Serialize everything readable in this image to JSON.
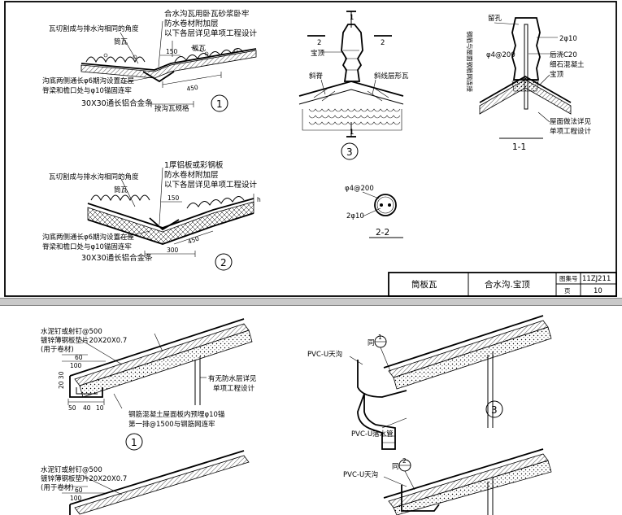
{
  "sheet_top": {
    "detail1": {
      "note_top_1": "合水沟瓦用卧瓦砂浆卧牢",
      "note_top_2": "防水卷材附加层",
      "note_top_3": "以下各层详见单项工程设计",
      "note_left": "瓦切割成与排水沟相同的角度",
      "label_tongwa": "筒瓦",
      "label_banwa": "板瓦",
      "dim_150": "150",
      "dim_450": "450",
      "note_bottom_1": "沟底两侧通长φ6期沟设置在屋",
      "note_bottom_2": "脊梁和檐口处与φ10锚固连牢",
      "note_bottom_3": "30X30通长铝合金条",
      "note_bottom_4": "按沟瓦规格",
      "number": "1"
    },
    "detail2": {
      "note_top_1": "1厚铝板或彩钢板",
      "note_top_2": "防水卷材附加层",
      "note_top_3": "以下各层详见单项工程设计",
      "note_left": "瓦切割成与排水沟相同的角度",
      "label_tongwa": "筒瓦",
      "dim_150": "150",
      "dim_450": "450",
      "dim_300": "300",
      "dim_h": "h",
      "note_bottom_1": "沟底两侧通长φ6期沟设置在屋",
      "note_bottom_2": "脊梁和檐口处与φ10锚固连牢",
      "note_bottom_3": "30X30通长铝合金条",
      "number": "2"
    },
    "detail3": {
      "mark_1_top": "1",
      "mark_1_bottom": "1",
      "mark_2_left": "2",
      "mark_2_right": "2",
      "label_baoding": "宝顶",
      "label_xieji": "斜脊",
      "label_xiexian": "斜线层形瓦",
      "number": "3"
    },
    "section11": {
      "label_liukong": "留孔",
      "label_vertical": "钢筋与屋面钢筋网连接",
      "label_2phi10": "2φ10",
      "label_phi4": "φ4@200",
      "label_houjiao": "后浇C20",
      "label_xishi": "细石混凝土",
      "label_baoding": "宝顶",
      "label_note1": "屋面做法详见",
      "label_note2": "单项工程设计",
      "title": "1-1"
    },
    "section22": {
      "label_phi4": "φ4@200",
      "label_2phi10": "2φ10",
      "title": "2-2"
    },
    "titleblock": {
      "name": "筒板瓦",
      "content": "合水沟.宝顶",
      "atlas_label": "图集号",
      "atlas_no": "11ZJ211",
      "page_label": "页",
      "page_no": "10"
    }
  },
  "sheet_bottom": {
    "detail1": {
      "note_1": "水泥钉或射钉@500",
      "note_2": "镀锌薄钢板垫片20X20X0.7",
      "note_3": "(用于卷材)",
      "dim_60": "60",
      "dim_100": "100",
      "dim_50": "50",
      "dim_40": "40",
      "dim_10": "10",
      "dim_vert": "20 30",
      "note_right_1": "有无防水层详见",
      "note_right_2": "单项工程设计",
      "note_bottom_1": "钢筋混凝土屋面板内预埋φ10锚",
      "note_bottom_2": "第一排@1500与钢筋网连牢",
      "number": "1"
    },
    "detail2": {
      "note_1": "水泥钉或射钉@500",
      "note_2": "镀锌薄钢板垫片20X20X0.7",
      "note_3": "(用于卷材)",
      "dim_60": "60",
      "dim_100": "100"
    },
    "detail3": {
      "tag_top": "同",
      "tag_circle": "1",
      "pvc_gutter": "PVC-U天沟",
      "pvc_pipe": "PVC-U落水管",
      "number": "3"
    },
    "detail4": {
      "tag_top": "同",
      "tag_circle": "2",
      "pvc_gutter": "PVC-U天沟"
    }
  }
}
